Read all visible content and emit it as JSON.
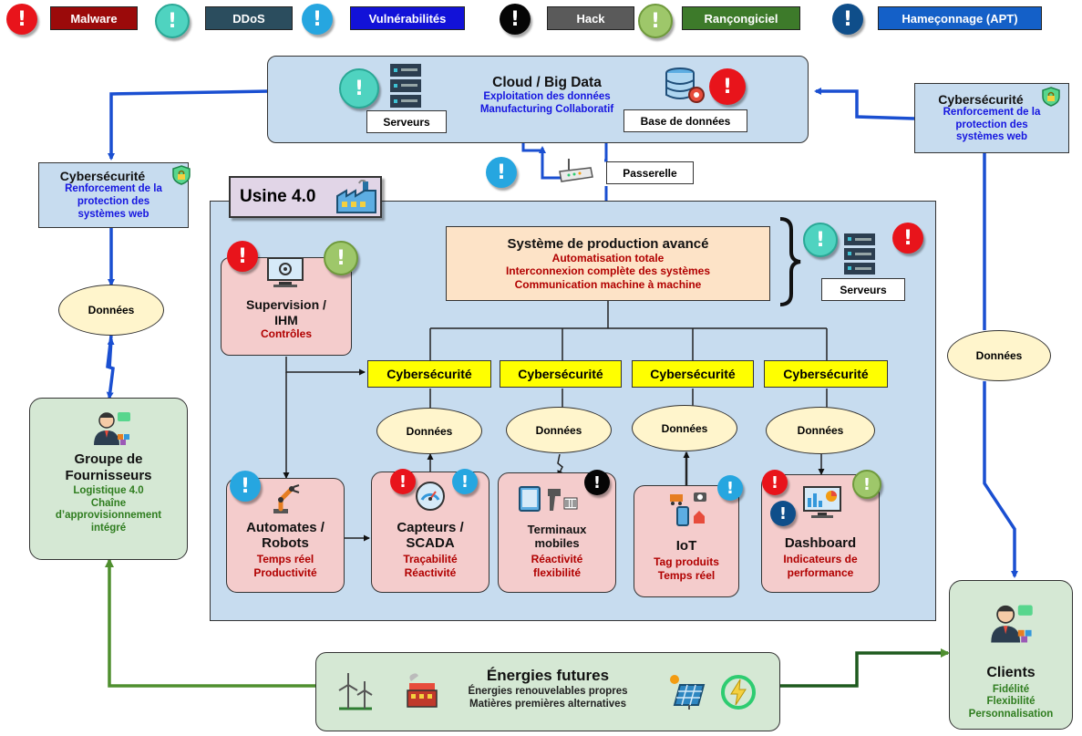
{
  "legend": [
    {
      "label": "Malware",
      "color": "#9b0a0a",
      "icon": "malware-alert-icon"
    },
    {
      "label": "DDoS",
      "color": "#2b4d5e",
      "icon": "ddos-alert-icon"
    },
    {
      "label": "Vulnérabilités",
      "color": "#1212d8",
      "icon": "vulnerability-alert-icon"
    },
    {
      "label": "Hack",
      "color": "#5a5a5a",
      "icon": "hack-alert-icon"
    },
    {
      "label": "Rançongiciel",
      "color": "#3d7a2a",
      "icon": "ransomware-alert-icon"
    },
    {
      "label": "Hameçonnage (APT)",
      "color": "#1460c8",
      "icon": "phishing-alert-icon"
    }
  ],
  "cloud": {
    "title": "Cloud / Big Data",
    "lines": [
      "Exploitation des données",
      "Manufacturing Collaboratif"
    ],
    "servers_label": "Serveurs",
    "db_label": "Base de données"
  },
  "cyber_left": {
    "title": "Cybersécurité",
    "lines": [
      "Renforcement de la",
      "protection des",
      "systèmes web"
    ]
  },
  "cyber_right": {
    "title": "Cybersécurité",
    "lines": [
      "Renforcement de la",
      "protection des",
      "systèmes web"
    ]
  },
  "gateway": {
    "label": "Passerelle"
  },
  "usine": {
    "title": "Usine 4.0"
  },
  "production": {
    "title": "Système de production avancé",
    "lines": [
      "Automatisation totale",
      "Interconnexion complète des systèmes",
      "Communication machine à machine"
    ],
    "servers_label": "Serveurs"
  },
  "supervision": {
    "title_lines": [
      "Supervision /",
      "IHM"
    ],
    "sub": "Contrôles"
  },
  "cyber_label": "Cybersécurité",
  "data_label": "Données",
  "devices": [
    {
      "title_lines": [
        "Automates /",
        "Robots"
      ],
      "subs": [
        "Temps réel",
        "Productivité"
      ]
    },
    {
      "title_lines": [
        "Capteurs /",
        "SCADA"
      ],
      "subs": [
        "Traçabilité",
        "Réactivité"
      ]
    },
    {
      "title_lines": [
        "Terminaux",
        "mobiles"
      ],
      "subs": [
        "Réactivité",
        "flexibilité"
      ]
    },
    {
      "title_lines": [
        "IoT"
      ],
      "subs": [
        "Tag produits",
        "Temps réel"
      ]
    },
    {
      "title_lines": [
        "Dashboard"
      ],
      "subs": [
        "Indicateurs de",
        "performance"
      ]
    }
  ],
  "suppliers": {
    "title_lines": [
      "Groupe de",
      "Fournisseurs"
    ],
    "subs": [
      "Logistique 4.0",
      "Chaîne",
      "d’approvisionnement",
      "intégré"
    ]
  },
  "clients": {
    "title": "Clients",
    "subs": [
      "Fidélité",
      "Flexibilité",
      "Personnalisation"
    ]
  },
  "energy": {
    "title": "Énergies futures",
    "lines": [
      "Énergies renouvelables propres",
      "Matières premières alternatives"
    ]
  },
  "colors": {
    "arrow_blue": "#1a4fd1",
    "arrow_green": "#4f8f2f",
    "panel_blue": "#c7dcef",
    "panel_green": "#d5e8d4",
    "device_pink": "#f4cccc",
    "prod_orange": "#fde3c7",
    "usine_title_bg": "#e1d5e7"
  }
}
